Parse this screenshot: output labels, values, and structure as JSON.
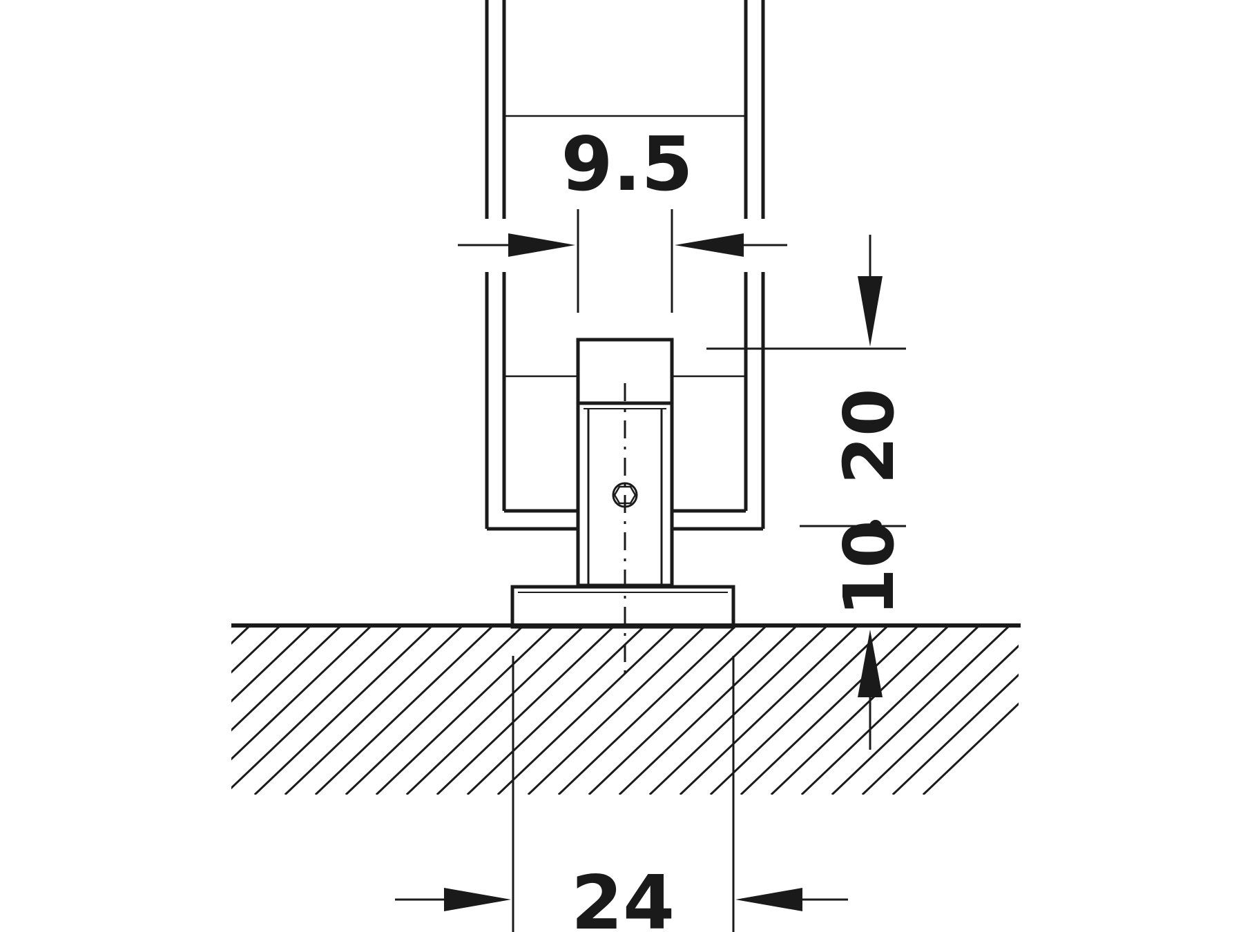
{
  "dimensions": {
    "gap_width": "9.5",
    "height_above": "20",
    "height_below": "10",
    "base_width": "24"
  },
  "colors": {
    "line": "#1a1a1a",
    "background": "#ffffff"
  }
}
